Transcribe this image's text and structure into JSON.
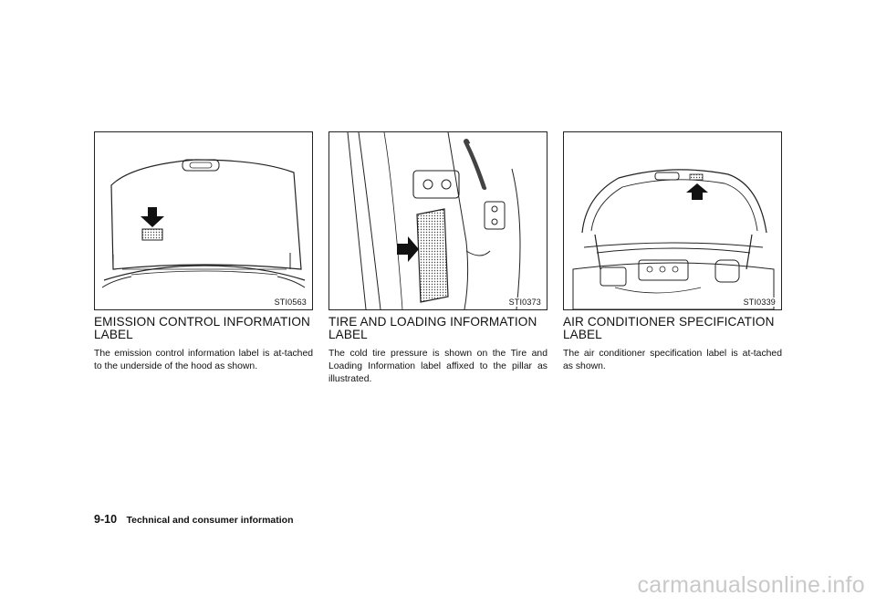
{
  "sections": [
    {
      "figure_code": "STI0563",
      "heading": "EMISSION CONTROL INFORMATION LABEL",
      "body": "The emission control information label is at-tached to the underside of the hood as shown."
    },
    {
      "figure_code": "STI0373",
      "heading": "TIRE AND LOADING INFORMATION LABEL",
      "body": "The cold tire pressure is shown on the Tire and Loading Information label affixed to the pillar as illustrated."
    },
    {
      "figure_code": "STI0339",
      "heading": "AIR CONDITIONER SPECIFICATION LABEL",
      "body": "The air conditioner specification label is at-tached as shown."
    }
  ],
  "footer": {
    "page_number": "9-10",
    "section_title": "Technical and consumer information"
  },
  "watermark": "carmanualsonline.info"
}
